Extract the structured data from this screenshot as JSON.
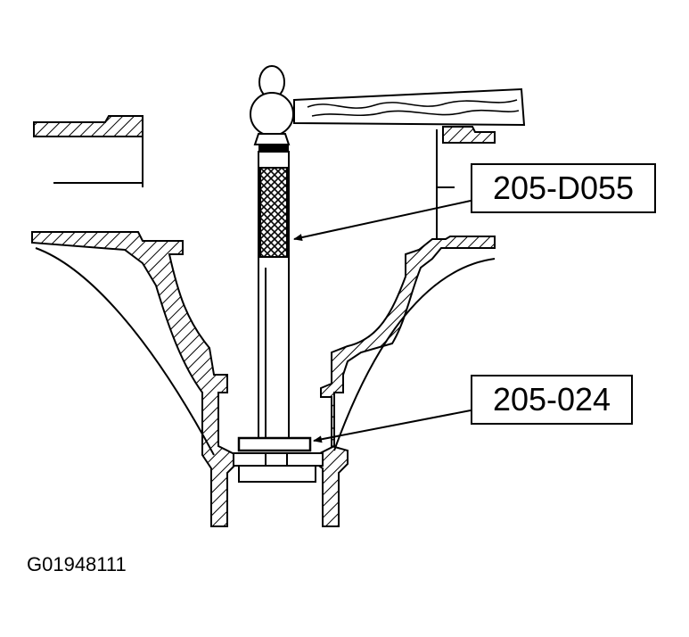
{
  "callouts": [
    {
      "label": "205-D055",
      "target": "tool-handle"
    },
    {
      "label": "205-024",
      "target": "driver-disc"
    }
  ],
  "figure_id": "G01948111",
  "colors": {
    "ink": "#000000",
    "paper": "#ffffff"
  }
}
